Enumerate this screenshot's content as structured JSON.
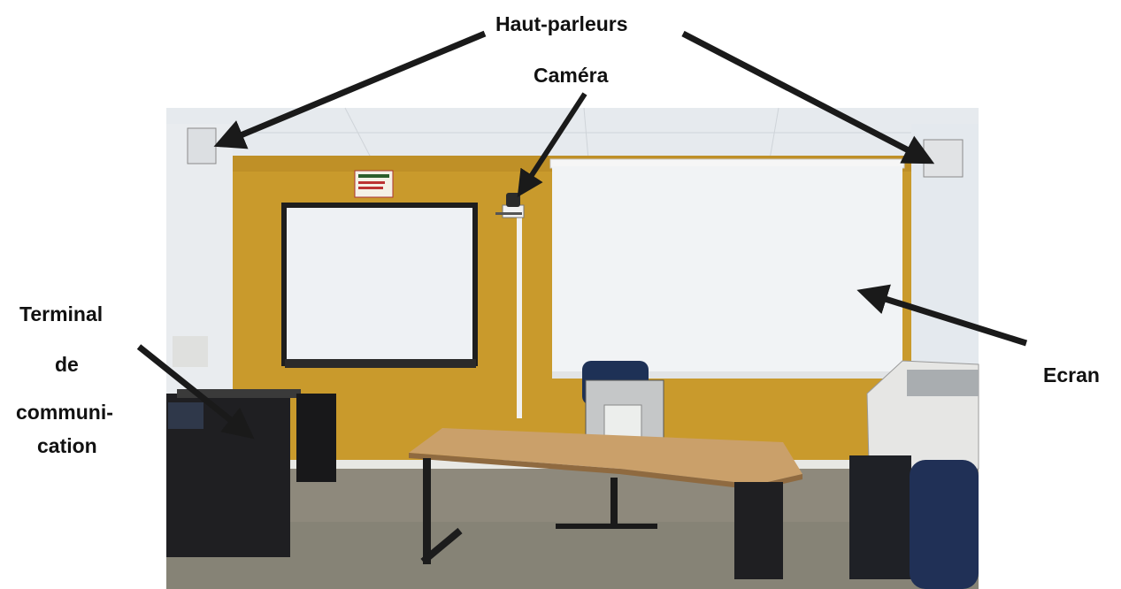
{
  "labels": {
    "speakers": "Haut-parleurs",
    "camera": "Caméra",
    "terminal_line1": "Terminal",
    "terminal_line2": "de",
    "terminal_line3": "communi-",
    "terminal_line4": "cation",
    "screen": "Ecran"
  },
  "colors": {
    "wall": "#c99a2c",
    "ceiling": "#e7ebee",
    "floor": "#8f8a7d",
    "arrow": "#1a1a1a"
  }
}
